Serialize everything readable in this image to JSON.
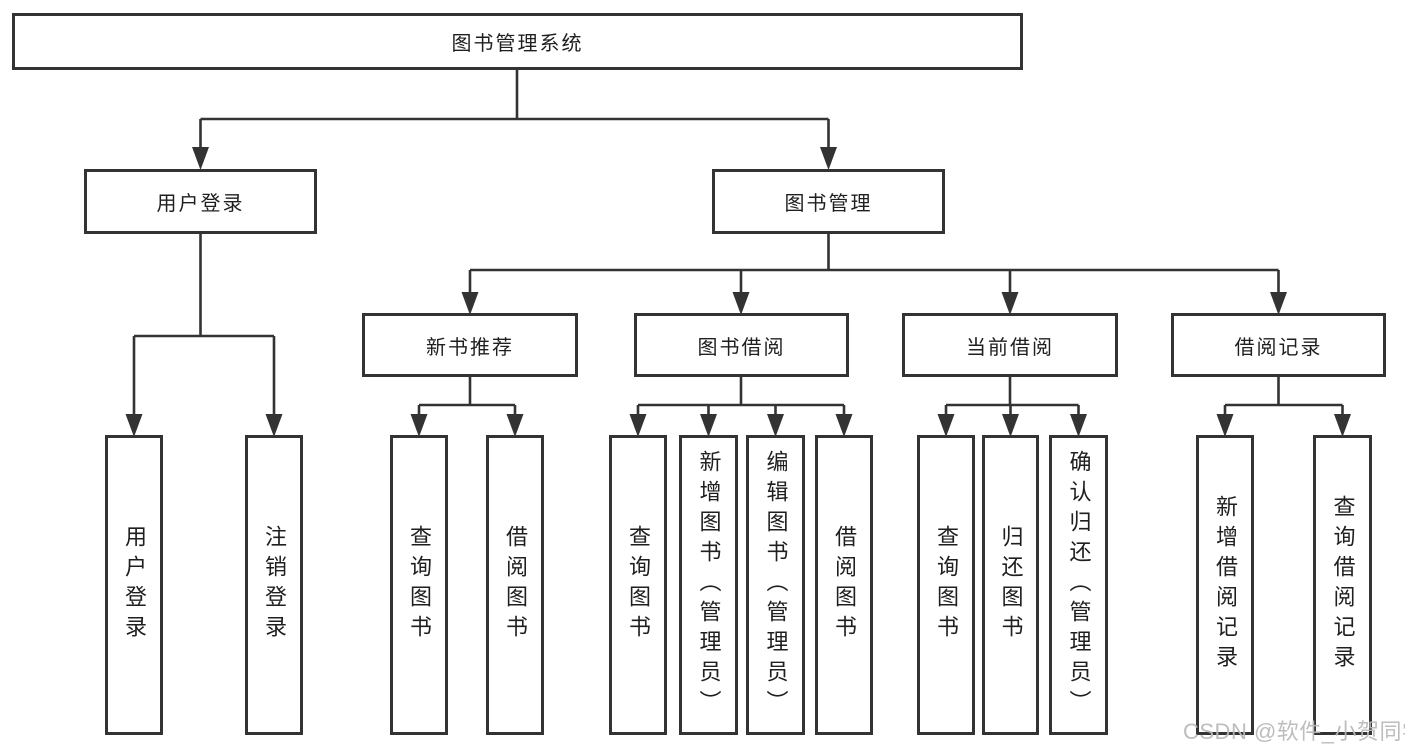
{
  "diagram": {
    "watermark": "CSDN @软件_小贺同学",
    "colors": {
      "line": "#333333",
      "box_border": "#333333",
      "box_fill": "#ffffff",
      "text": "#1f1f1f",
      "watermark": "#b9b9b9"
    },
    "root": {
      "label": "图书管理系统",
      "children": [
        {
          "label": "用户登录",
          "children": [
            {
              "label": "用户登录"
            },
            {
              "label": "注销登录"
            }
          ]
        },
        {
          "label": "图书管理",
          "children": [
            {
              "label": "新书推荐",
              "children": [
                {
                  "label": "查询图书"
                },
                {
                  "label": "借阅图书"
                }
              ]
            },
            {
              "label": "图书借阅",
              "children": [
                {
                  "label": "查询图书"
                },
                {
                  "label": "新增图书（管理员）"
                },
                {
                  "label": "编辑图书（管理员）"
                },
                {
                  "label": "借阅图书"
                }
              ]
            },
            {
              "label": "当前借阅",
              "children": [
                {
                  "label": "查询图书"
                },
                {
                  "label": "归还图书"
                },
                {
                  "label": "确认归还（管理员）"
                }
              ]
            },
            {
              "label": "借阅记录",
              "children": [
                {
                  "label": "新增借阅记录"
                },
                {
                  "label": "查询借阅记录"
                }
              ]
            }
          ]
        }
      ]
    }
  }
}
